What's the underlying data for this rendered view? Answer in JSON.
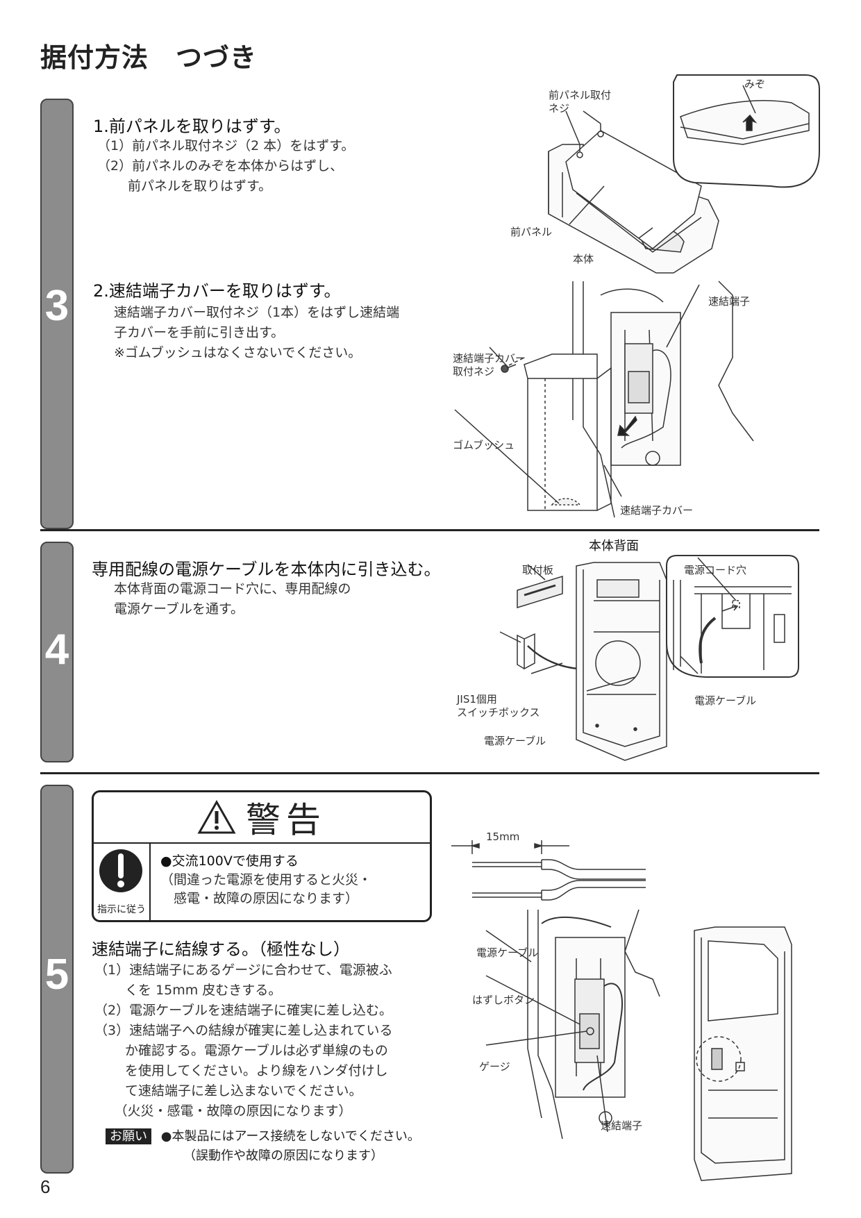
{
  "page": {
    "title": "据付方法　つづき",
    "page_number": "6"
  },
  "step3": {
    "number": "3",
    "sub1": {
      "heading": "1.前パネルを取りはずす。",
      "lines": [
        "（1）前パネル取付ネジ（2 本）をはずす。",
        "（2）前パネルのみぞを本体からはずし、",
        "　　  前パネルを取りはずす。"
      ]
    },
    "fig1": {
      "screw_label_1": "前パネル取付",
      "screw_label_2": "ネジ",
      "groove": "みぞ",
      "front_panel": "前パネル",
      "body": "本体"
    },
    "sub2": {
      "heading": "2.速結端子カバーを取りはずす。",
      "lines": [
        "速結端子カバー取付ネジ（1本）をはずし速結端",
        "子カバーを手前に引き出す。",
        "※ゴムブッシュはなくさないでください。"
      ]
    },
    "fig2": {
      "terminal": "速結端子",
      "cover_screw_1": "速結端子カバー",
      "cover_screw_2": "取付ネジ",
      "bushing": "ゴムブッシュ",
      "cover": "速結端子カバー"
    }
  },
  "step4": {
    "number": "4",
    "heading": "専用配線の電源ケーブルを本体内に引き込む。",
    "lines": [
      "本体背面の電源コード穴に、専用配線の",
      "電源ケーブルを通す。"
    ],
    "fig": {
      "rear": "本体背面",
      "plate": "取付板",
      "cord_hole": "電源コード穴",
      "box_1": "JIS1個用",
      "box_2": "スイッチボックス",
      "cable_a": "電源ケーブル",
      "cable_b": "電源ケーブル"
    }
  },
  "step5": {
    "number": "5",
    "warning": {
      "title": "警告",
      "icon_label": "指示に従う",
      "item": "●交流100Vで使用する",
      "note_1": "（間違った電源を使用すると火災・",
      "note_2": "　感電・故障の原因になります）"
    },
    "heading": "速結端子に結線する。（極性なし）",
    "lines": [
      "（1）速結端子にあるゲージに合わせて、電源被ふ",
      "　　  くを 15mm 皮むきする。",
      "（2）電源ケーブルを速結端子に確実に差し込む。",
      "（3）速結端子への結線が確実に差し込まれている",
      "　　  か確認する。電源ケーブルは必ず単線のもの",
      "　　  を使用してください。より線をハンダ付けし",
      "　　  て速結端子に差し込まないでください。",
      "　　（火災・感電・故障の原因になります）"
    ],
    "request_badge": "お願い",
    "request_1": "●本製品にはアース接続をしないでください。",
    "request_2": "（誤動作や故障の原因になります）",
    "fig": {
      "dimension": "15mm",
      "cable": "電源ケーブル",
      "release": "はずしボタン",
      "gauge": "ゲージ",
      "terminal": "速結端子"
    }
  }
}
